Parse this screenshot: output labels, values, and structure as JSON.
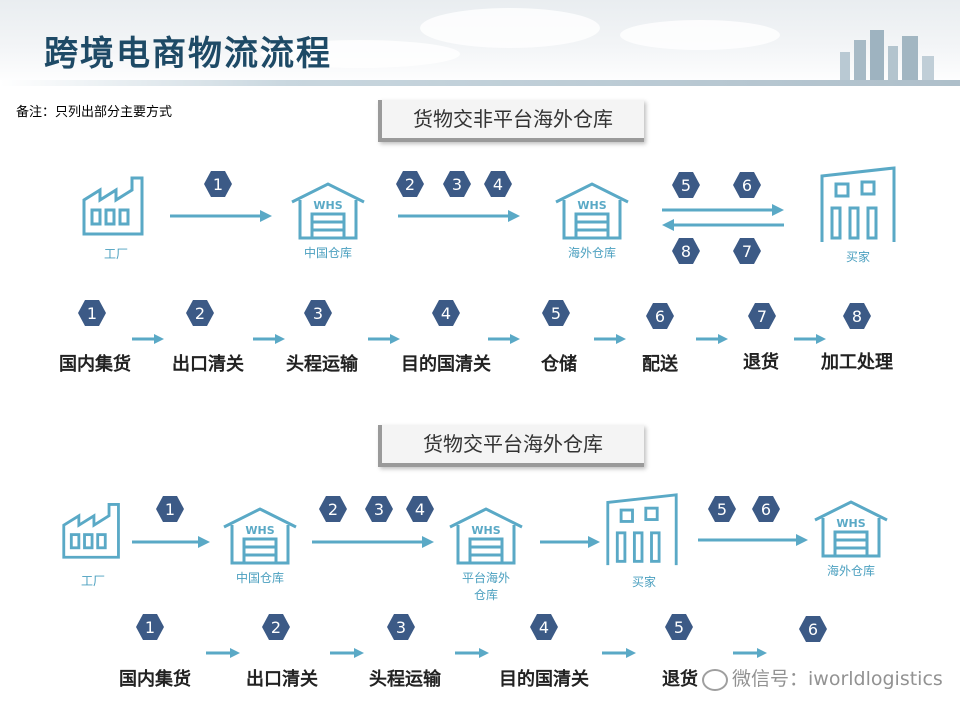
{
  "header": {
    "title": "跨境电商物流流程"
  },
  "note": "备注：只列出部分主要方式",
  "section1": {
    "banner": "货物交非平台海外仓库",
    "nodes": {
      "factory": "工厂",
      "china_wh": "中国仓库",
      "overseas_wh": "海外仓库",
      "buyer": "买家"
    },
    "route_badges": [
      "1",
      "2",
      "3",
      "4",
      "5",
      "6",
      "8",
      "7"
    ],
    "steps": [
      {
        "num": "1",
        "label": "国内集货"
      },
      {
        "num": "2",
        "label": "出口清关"
      },
      {
        "num": "3",
        "label": "头程运输"
      },
      {
        "num": "4",
        "label": "目的国清关"
      },
      {
        "num": "5",
        "label": "仓储"
      },
      {
        "num": "6",
        "label": "配送"
      },
      {
        "num": "7",
        "label": "退货"
      },
      {
        "num": "8",
        "label": "加工处理"
      }
    ]
  },
  "section2": {
    "banner": "货物交平台海外仓库",
    "nodes": {
      "factory": "工厂",
      "china_wh": "中国仓库",
      "platform_wh_line1": "平台海外",
      "platform_wh_line2": "仓库",
      "buyer": "买家",
      "overseas_wh": "海外仓库"
    },
    "route_badges": [
      "1",
      "2",
      "3",
      "4",
      "5",
      "6"
    ],
    "steps": [
      {
        "num": "1",
        "label": "国内集货"
      },
      {
        "num": "2",
        "label": "出口清关"
      },
      {
        "num": "3",
        "label": "头程运输"
      },
      {
        "num": "4",
        "label": "目的国清关"
      },
      {
        "num": "5",
        "label": "退货"
      },
      {
        "num": "6",
        "label": ""
      }
    ]
  },
  "icons": {
    "warehouse_text": "WHS"
  },
  "watermark": "微信号：iworldlogistics",
  "colors": {
    "icon": "#5aa9c6",
    "badge": "#3c5a86",
    "arrow": "#5aa9c6",
    "title": "#1e4a66"
  }
}
